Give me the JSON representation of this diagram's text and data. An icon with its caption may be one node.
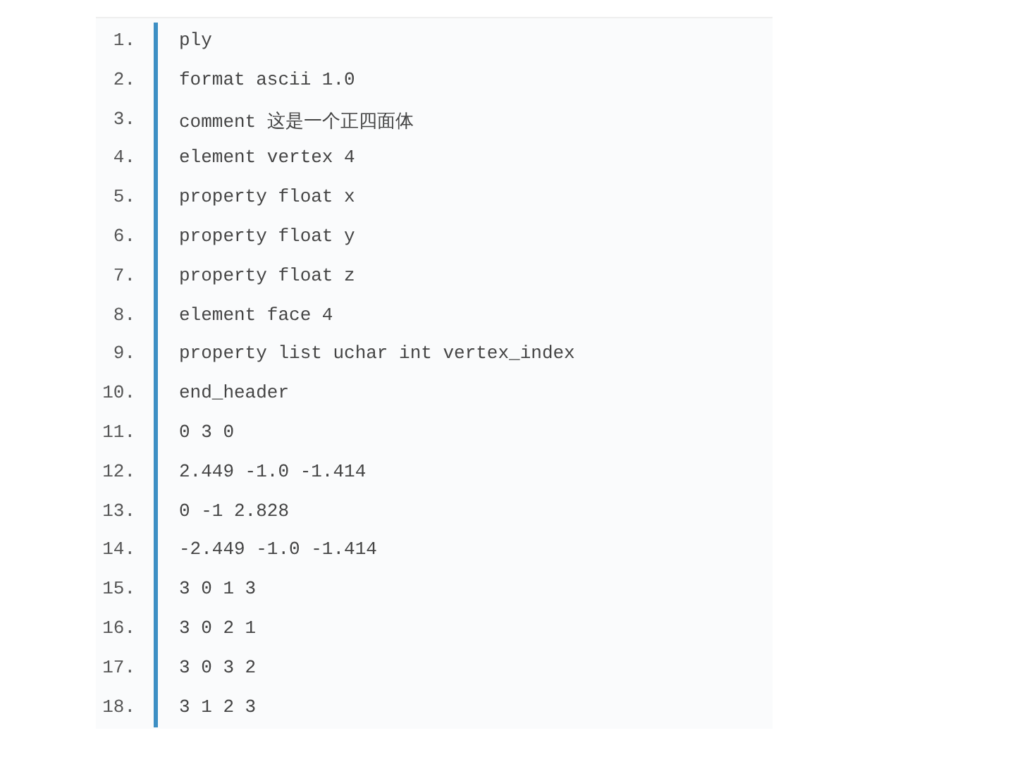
{
  "diagram": {
    "labels": [
      "1.",
      "ply",
      "2.",
      "format ascii 1.0",
      "3.",
      "comment 这是一个正四面体",
      "4.",
      "element vertex 4",
      "5.",
      "property float x",
      "6.",
      "property float y",
      "7.",
      "property float z",
      "8.",
      "element face 4",
      "9.",
      "property list uchar int vertex_index",
      "10.",
      "end_header",
      "11.",
      "0 3 0",
      "12.",
      "2.449 -1.0 -1.414",
      "13.",
      "0 -1 2.828",
      "14.",
      "-2.449 -1.0 -1.414",
      "15.",
      "3 0 1 3",
      "16.",
      "3 0 2 1",
      "17.",
      "3 0 3 2",
      "18.",
      "3 1 2 3"
    ]
  }
}
